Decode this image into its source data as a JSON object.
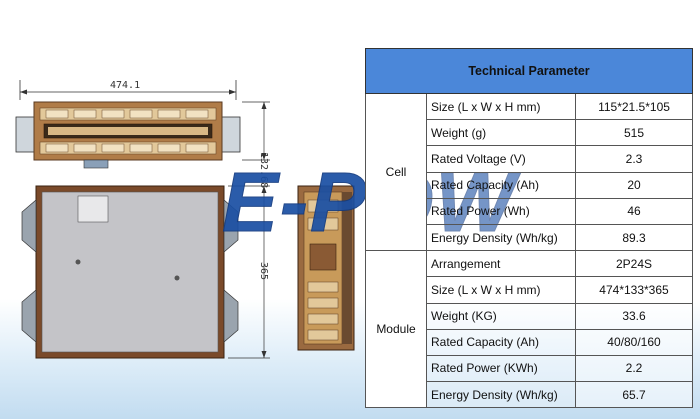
{
  "drawing": {
    "width_dim": "474.1",
    "side_height_dim": "132.68",
    "height_dim": "365"
  },
  "watermark": "E-POW",
  "table": {
    "header": "Technical Parameter",
    "cell": {
      "group_label": "Cell",
      "rows": [
        {
          "label": "Size (L x W x H mm)",
          "value": "115*21.5*105"
        },
        {
          "label": "Weight (g)",
          "value": "515"
        },
        {
          "label": "Rated Voltage (V)",
          "value": "2.3"
        },
        {
          "label": "Rated Capacity (Ah)",
          "value": "20"
        },
        {
          "label": "Rated Power (Wh)",
          "value": "46"
        },
        {
          "label": "Energy Density (Wh/kg)",
          "value": "89.3"
        }
      ]
    },
    "module": {
      "group_label": "Module",
      "rows": [
        {
          "label": "Arrangement",
          "value": "2P24S"
        },
        {
          "label": "Size (L x W x H mm)",
          "value": "474*133*365"
        },
        {
          "label": "Weight (KG)",
          "value": "33.6"
        },
        {
          "label": "Rated Capacity (Ah)",
          "value": "40/80/160"
        },
        {
          "label": "Rated Power (KWh)",
          "value": "2.2"
        },
        {
          "label": "Energy Density (Wh/kg)",
          "value": "65.7"
        }
      ]
    }
  },
  "colors": {
    "header_bg": "#4b87d9",
    "watermark": "#1a4fa3",
    "module_frame": "#7a4a2a",
    "module_panel": "#c4c4c8",
    "busbar": "#c89a5a"
  }
}
